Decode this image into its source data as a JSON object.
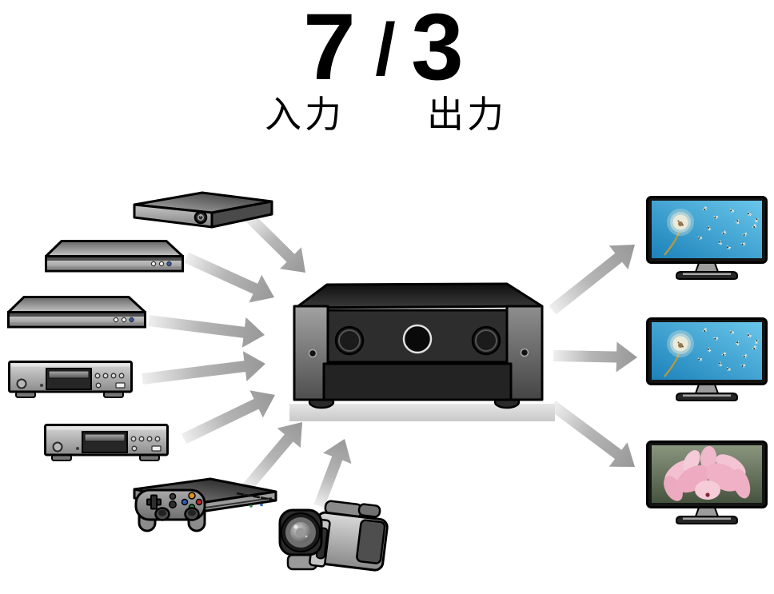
{
  "title": {
    "inputs_count": "7",
    "separator": "/",
    "outputs_count": "3",
    "inputs_label": "入力",
    "outputs_label": "出力"
  },
  "diagram": {
    "center_device": "av-receiver",
    "input_devices": [
      "settop-box",
      "slim-disc-player",
      "slim-disc-player",
      "cd-player",
      "cd-player",
      "game-console",
      "camcorder"
    ],
    "output_devices": [
      "tv-dandelion",
      "tv-dandelion",
      "tv-lotus"
    ],
    "input_arrow_count": 7,
    "output_arrow_count": 3,
    "colors": {
      "arrow_head": "#989898",
      "arrow_tail": "#efefef",
      "tv_sky_blue": "#2b97c8",
      "lotus_pink": "#f0b4c8",
      "lotus_bg_green": "#6d7a62",
      "outline_black": "#000000",
      "background": "#ffffff"
    }
  }
}
